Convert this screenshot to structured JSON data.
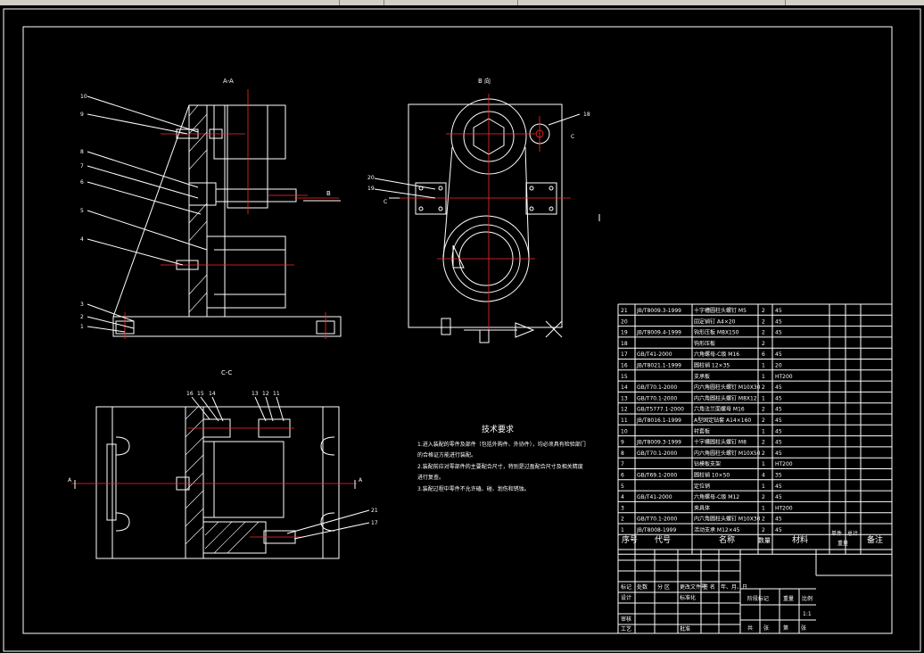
{
  "drawing": {
    "view_labels": {
      "a_a": "A-A",
      "b_dir": "B 向",
      "c_c": "C-C",
      "b_arrow": "B",
      "c_mark": "C",
      "a_left": "A",
      "a_right": "A"
    },
    "leader_numbers_left": [
      "10",
      "9",
      "8",
      "7",
      "6",
      "5",
      "4",
      "3",
      "2",
      "1"
    ],
    "leader_numbers_b": [
      "20",
      "19",
      "18"
    ],
    "leader_numbers_cc": [
      "16",
      "15",
      "14",
      "13",
      "12",
      "11",
      "21",
      "17"
    ]
  },
  "tech_requirements": {
    "title": "技术要求",
    "lines": [
      "1.进入装配的零件及部件（包括外购件、外协件），均必须具有检验部门",
      "的合格证方能进行装配。",
      "2.装配前应对零部件的主要配合尺寸，特别是过盈配合尺寸及相关精度",
      "进行复查。",
      "3.装配过程中零件不允许磕、碰、划伤和锈蚀。"
    ]
  },
  "bom": {
    "rows": [
      {
        "no": "21",
        "code": "JB/T8009.3-1999",
        "name": "十字槽圆柱头螺钉 M5",
        "qty": "2",
        "mat": "45"
      },
      {
        "no": "20",
        "code": "",
        "name": "固定销钉 A4×20",
        "qty": "2",
        "mat": "45"
      },
      {
        "no": "19",
        "code": "JB/T8009.4-1999",
        "name": "钩形压板 M8X150",
        "qty": "2",
        "mat": "45"
      },
      {
        "no": "18",
        "code": "",
        "name": "钩形压板",
        "qty": "2",
        "mat": ""
      },
      {
        "no": "17",
        "code": "GB/T41-2000",
        "name": "六角螺母-C级 M16",
        "qty": "6",
        "mat": "45"
      },
      {
        "no": "16",
        "code": "JB/T8021.1-1999",
        "name": "圆柱销 12×35",
        "qty": "1",
        "mat": "20"
      },
      {
        "no": "15",
        "code": "",
        "name": "支承板",
        "qty": "1",
        "mat": "HT200"
      },
      {
        "no": "14",
        "code": "GB/T70.1-2000",
        "name": "内六角圆柱头螺钉 M10X30",
        "qty": "2",
        "mat": "45"
      },
      {
        "no": "13",
        "code": "GB/T70.1-2000",
        "name": "内六角圆柱头螺钉 M8X12",
        "qty": "1",
        "mat": "45"
      },
      {
        "no": "12",
        "code": "GB/T5777.1-2000",
        "name": "六角法兰面螺母 M16",
        "qty": "2",
        "mat": "45"
      },
      {
        "no": "11",
        "code": "JB/T8016.1-1999",
        "name": "A型固定钻套 A14×160",
        "qty": "2",
        "mat": "45"
      },
      {
        "no": "10",
        "code": "",
        "name": "衬套板",
        "qty": "1",
        "mat": "45"
      },
      {
        "no": "9",
        "code": "JB/T8009.3-1999",
        "name": "十字槽圆柱头螺钉 M8",
        "qty": "2",
        "mat": "45"
      },
      {
        "no": "8",
        "code": "GB/T70.1-2000",
        "name": "内六角圆柱头螺钉 M10X50",
        "qty": "2",
        "mat": "45"
      },
      {
        "no": "7",
        "code": "",
        "name": "钻模板支架",
        "qty": "1",
        "mat": "HT200"
      },
      {
        "no": "6",
        "code": "GB/T69.1-2000",
        "name": "圆柱销 10×50",
        "qty": "4",
        "mat": "35"
      },
      {
        "no": "5",
        "code": "",
        "name": "定位销",
        "qty": "1",
        "mat": "45"
      },
      {
        "no": "4",
        "code": "GB/T41-2000",
        "name": "六角螺母-C级 M12",
        "qty": "2",
        "mat": "45"
      },
      {
        "no": "3",
        "code": "",
        "name": "夹具体",
        "qty": "1",
        "mat": "HT200"
      },
      {
        "no": "2",
        "code": "GB/T70.1-2000",
        "name": "内六角圆柱头螺钉 M10X30",
        "qty": "2",
        "mat": "45"
      },
      {
        "no": "1",
        "code": "JB/T8008-1999",
        "name": "活动支承 M12×45",
        "qty": "2",
        "mat": "45"
      }
    ],
    "header": {
      "no": "序号",
      "code": "代号",
      "name": "名称",
      "qty": "数量",
      "mat": "材料",
      "weight_single": "单件",
      "weight_total": "总计",
      "weight": "重量",
      "remark": "备注"
    }
  },
  "title_block": {
    "mark": "标记",
    "count": "处数",
    "zone": "分 区",
    "change_doc": "更改文件号",
    "sign": "签 名",
    "date": "年、月、日",
    "design": "设计",
    "standardize": "标准化",
    "review": "审核",
    "process": "工艺",
    "approve": "批准",
    "stage_mark": "阶段标记",
    "weight": "重量",
    "scale": "比例",
    "scale_value": "1:1",
    "total": "共",
    "sheet_word": "张",
    "page": "第",
    "sheet_word2": "张"
  }
}
